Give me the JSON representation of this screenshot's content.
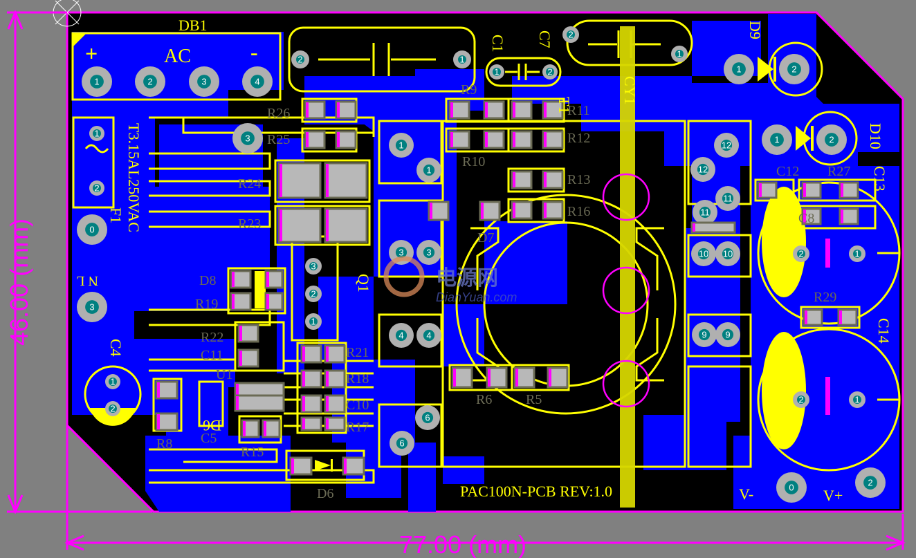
{
  "board": {
    "title": "PAC100N-PCB  REV:1.0",
    "ac_label": "AC",
    "ac_plus": "+",
    "ac_minus": "-",
    "fuse_rating": "T3.15AL250VAC",
    "nl_label": "N L",
    "vminus": "V-",
    "vplus": "V+",
    "watermark_cn": "电源网",
    "watermark_url": "DianYuan.com"
  },
  "dimensions": {
    "width": "77.00 (mm)",
    "height": "46.00 (mm)"
  },
  "colors": {
    "board": "#000000",
    "copper": "#0000ff",
    "silkscreen": "#ffff00",
    "pad": "#b0b0b0",
    "dimension": "#ff00ff",
    "background": "#808080"
  },
  "designators": {
    "db1": "DB1",
    "c1": "C1",
    "c7": "C7",
    "cy1": "CY1",
    "d9": "D9",
    "d10": "D10",
    "f1": "F1",
    "r26": "R26",
    "r25": "R25",
    "r24": "R24",
    "r23": "R23",
    "r9": "R9",
    "t1": "T1",
    "r11": "R11",
    "r12": "R12",
    "r10": "R10",
    "r13": "R13",
    "r16": "R16",
    "d7": "D7",
    "q1": "Q1",
    "d8": "D8",
    "r19": "R19",
    "r22": "R22",
    "c11": "C11",
    "u1": "U1",
    "r21": "R21",
    "r18": "R18",
    "c10": "C10",
    "r17": "R17",
    "r15": "R15",
    "c4": "C4",
    "r8": "R8",
    "c5": "C5",
    "d6": "D6",
    "r6": "R6",
    "r5": "R5",
    "c12": "C12",
    "r27": "R27",
    "c13": "C13",
    "c8": "C8",
    "r29": "R29",
    "c14": "C14"
  },
  "pads": {
    "db1": [
      "1",
      "2",
      "3",
      "4"
    ],
    "f1": [
      "1",
      "2"
    ],
    "nl": [
      "0",
      "3"
    ],
    "c1": [
      "2",
      "1"
    ],
    "c7": [
      "1",
      "2"
    ],
    "cy1": [
      "2",
      "1"
    ],
    "d9": [
      "1",
      "2"
    ],
    "d10": [
      "1",
      "2"
    ],
    "t1_left": [
      "1",
      "1",
      "3",
      "3",
      "4",
      "4",
      "6",
      "6",
      "3"
    ],
    "t1_right": [
      "12",
      "12",
      "11",
      "11",
      "10",
      "10",
      "9",
      "9"
    ],
    "q1": [
      "3",
      "2",
      "1"
    ],
    "c4": [
      "1",
      "2"
    ],
    "c8": [
      "2",
      "1"
    ],
    "c14": [
      "2",
      "1"
    ],
    "out": [
      "0",
      "2"
    ]
  }
}
